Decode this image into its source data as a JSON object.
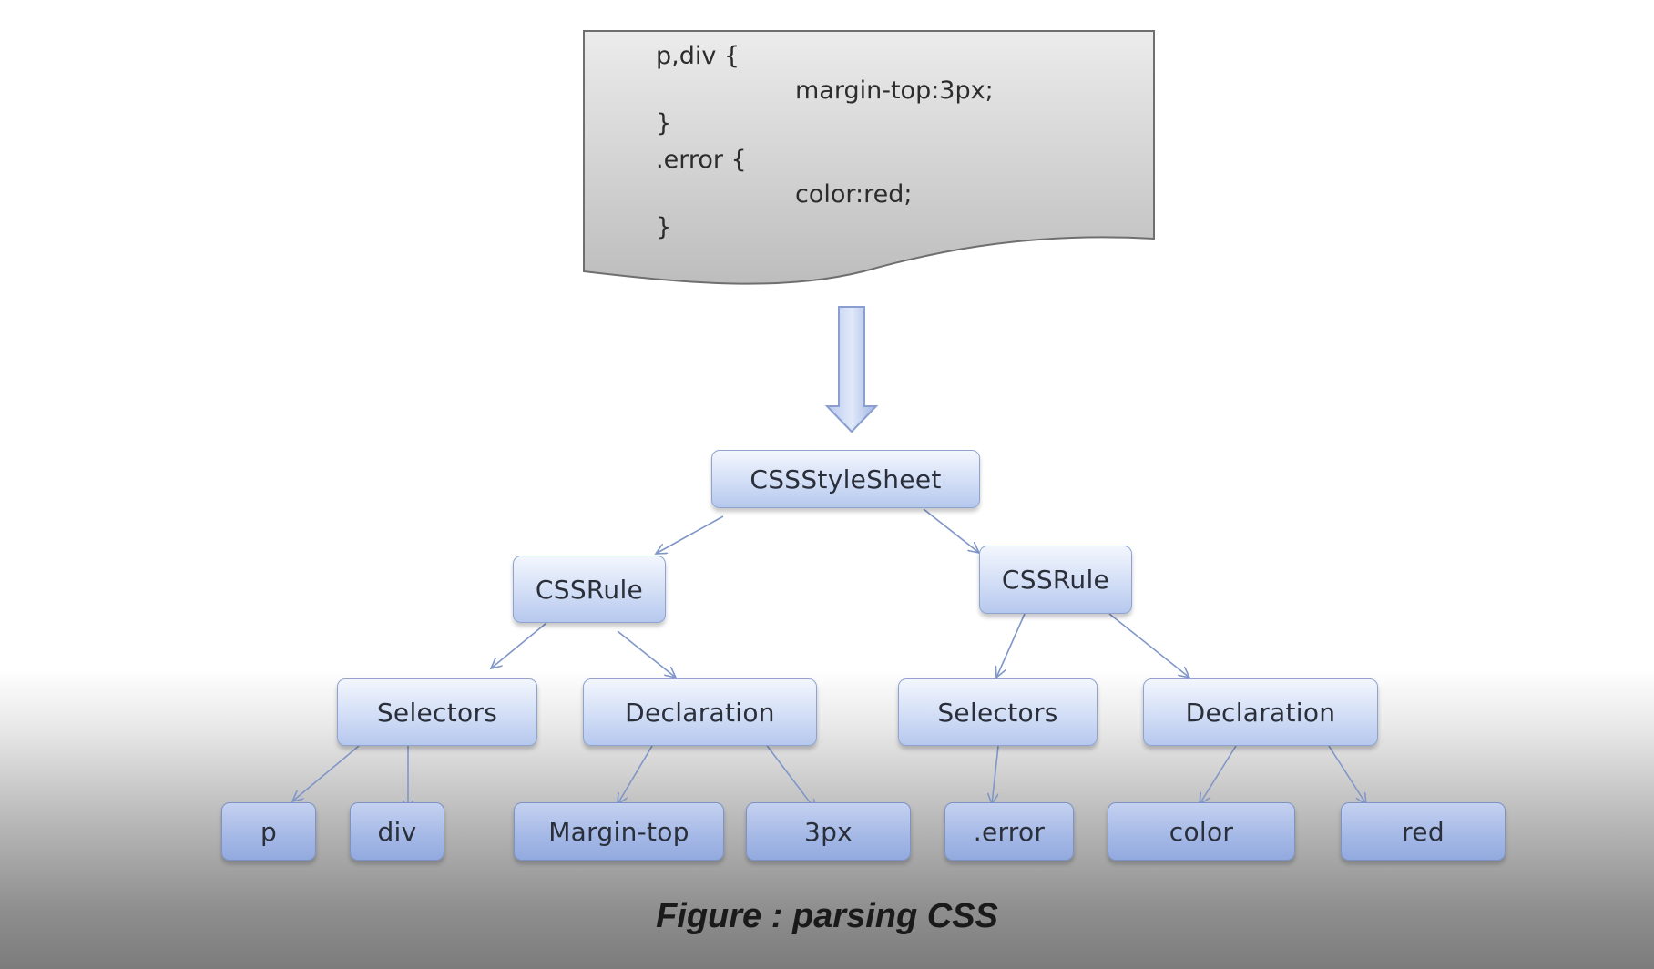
{
  "source_code": {
    "lines": [
      "p,div {",
      "margin-top:3px;",
      "}",
      ".error {",
      "color:red;",
      "}"
    ]
  },
  "tree": {
    "root": "CSSStyleSheet",
    "rule_left": "CSSRule",
    "rule_right": "CSSRule",
    "selectors_left": "Selectors",
    "declaration_left": "Declaration",
    "selectors_right": "Selectors",
    "declaration_right": "Declaration",
    "leaf_p": "p",
    "leaf_div": "div",
    "leaf_margin_top": "Margin-top",
    "leaf_3px": "3px",
    "leaf_error": ".error",
    "leaf_color": "color",
    "leaf_red": "red"
  },
  "caption": "Figure : parsing CSS",
  "colors": {
    "node_fill": "#d2def6",
    "leaf_fill": "#a4b8e6",
    "connector": "#7f96c8",
    "document_fill": "#d8d8d8"
  }
}
